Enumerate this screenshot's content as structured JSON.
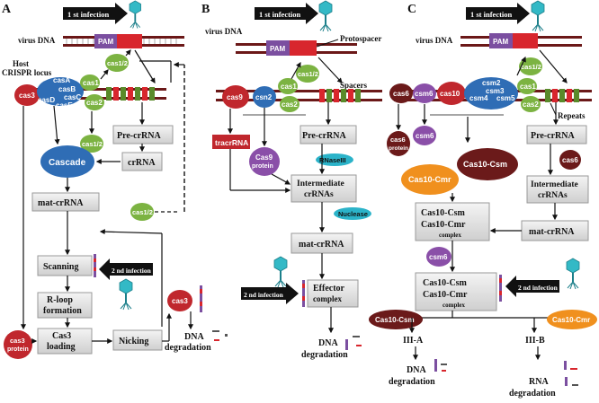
{
  "panels": [
    {
      "letter": "A"
    },
    {
      "letter": "B"
    },
    {
      "letter": "C"
    }
  ],
  "common": {
    "first_infection": "1 st infection",
    "second_infection": "2 nd infection",
    "virus_dna": "virus DNA",
    "pam": "PAM",
    "dna_degradation_1": "DNA",
    "dna_degradation_2": "degradation",
    "pre_crrna": "Pre-crRNA",
    "mat_crrna": "mat-crRNA",
    "cas1": "cas1",
    "cas2": "cas2",
    "cas1_2": "cas1/2"
  },
  "panel_a": {
    "host_label_1": "Host",
    "host_label_2": "CRISPR locus",
    "cas3": "cas3",
    "casA": "casA",
    "casB": "casB",
    "casC": "casC",
    "casD": "casD",
    "casE": "casE",
    "cascade": "Cascade",
    "crrna": "crRNA",
    "scanning": "Scanning",
    "rloop_1": "R-loop",
    "rloop_2": "formation",
    "cas3_loading_1": "Cas3",
    "cas3_loading_2": "loading",
    "nicking": "Nicking",
    "cas3_protein_1": "cas3",
    "cas3_protein_2": "protein"
  },
  "panel_b": {
    "protospacer": "Protospacer",
    "spacers": "Spacers",
    "cas9": "cas9",
    "csn2": "csn2",
    "tracrrna": "tracrRNA",
    "cas9_protein_1": "Cas9",
    "cas9_protein_2": "protein",
    "rnaseiii": "RNaseIII",
    "intermediate_1": "Intermediate",
    "intermediate_2": "crRNAs",
    "nuclease": "Nuclease",
    "effector_1": "Effector",
    "effector_2": "complex"
  },
  "panel_c": {
    "cas6": "cas6",
    "csm6": "csm6",
    "cas10": "cas10",
    "csm2": "csm2",
    "csm3": "csm3",
    "csm4": "csm4",
    "csm5": "csm5",
    "repeats": "Repeats",
    "cas6_protein_1": "cas6",
    "cas6_protein_2": "protein",
    "cas10_csm": "Cas10-Csm",
    "cas10_cmr": "Cas10-Cmr",
    "complex": "complex",
    "intermediate_1": "Intermediate",
    "intermediate_2": "crRNAs",
    "iiia": "III-A",
    "iiib": "III-B",
    "rna_degradation_1": "RNA",
    "rna_degradation_2": "degradation"
  },
  "colors": {
    "cas3_red": "#c0272d",
    "cascade_blue": "#2f6db5",
    "cas1_green": "#7cb342",
    "cas9_purple": "#8a4fa8",
    "dark_maroon": "#6b1a1a",
    "orange": "#f0901e",
    "cyan": "#2bb3c9",
    "box_gray": "#d8d8d8",
    "pam_purple": "#7b4fa0",
    "dna_red": "#d8262d"
  }
}
